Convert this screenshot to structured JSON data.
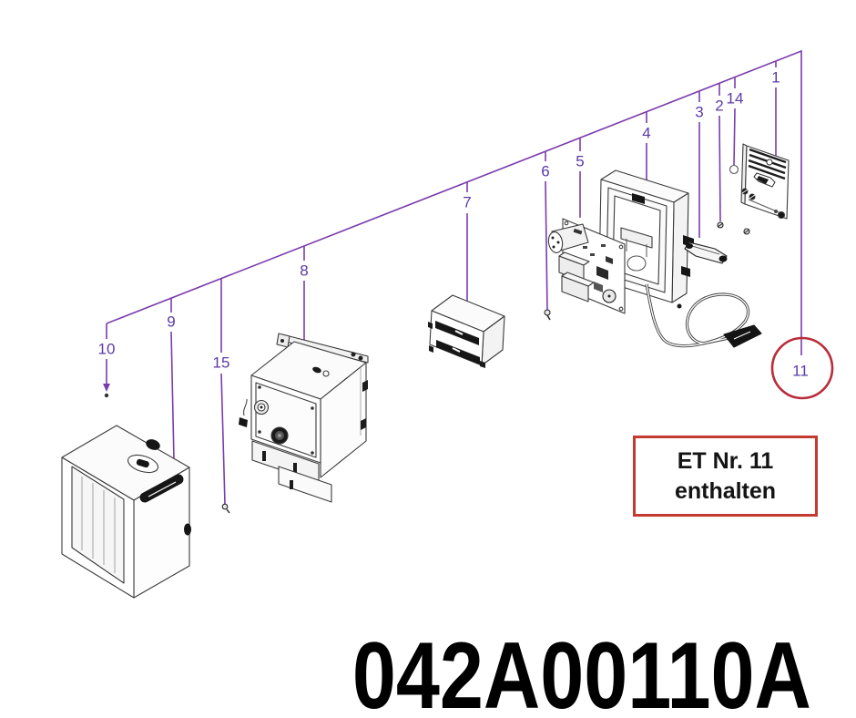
{
  "part_number": "042A00110A",
  "note_box": {
    "line1": "ET Nr. 11",
    "line2": "enthalten"
  },
  "callouts": [
    {
      "id": "10",
      "label": "10"
    },
    {
      "id": "9",
      "label": "9"
    },
    {
      "id": "15",
      "label": "15"
    },
    {
      "id": "8",
      "label": "8"
    },
    {
      "id": "7",
      "label": "7"
    },
    {
      "id": "6",
      "label": "6"
    },
    {
      "id": "5",
      "label": "5"
    },
    {
      "id": "4",
      "label": "4"
    },
    {
      "id": "3",
      "label": "3"
    },
    {
      "id": "2",
      "label": "2"
    },
    {
      "id": "14",
      "label": "14"
    },
    {
      "id": "1",
      "label": "1"
    },
    {
      "id": "11",
      "label": "11"
    }
  ],
  "highlight": {
    "circled_callout": "11"
  },
  "colors": {
    "leader_line": "#7a3cad",
    "callout_number": "#5b3aa6",
    "highlight_circle": "#b92d3a",
    "note_border": "#c43a31",
    "artwork_line": "#3a3a3a",
    "background": "#ffffff",
    "title_text": "#000000"
  }
}
